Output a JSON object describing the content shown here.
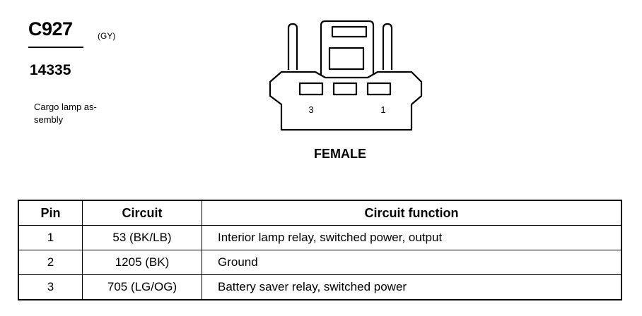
{
  "connector": {
    "id": "C927",
    "color_code": "(GY)",
    "part_number": "14335",
    "description_line1": "Cargo lamp as-",
    "description_line2": "sembly",
    "gender": "FEMALE",
    "cavity_labels": [
      "3",
      "1"
    ]
  },
  "table": {
    "headers": {
      "pin": "Pin",
      "circuit": "Circuit",
      "function": "Circuit function"
    },
    "rows": [
      {
        "pin": "1",
        "circuit": "53 (BK/LB)",
        "function": "Interior lamp relay, switched power, output"
      },
      {
        "pin": "2",
        "circuit": "1205 (BK)",
        "function": "Ground"
      },
      {
        "pin": "3",
        "circuit": "705 (LG/OG)",
        "function": "Battery saver relay, switched power"
      }
    ]
  }
}
